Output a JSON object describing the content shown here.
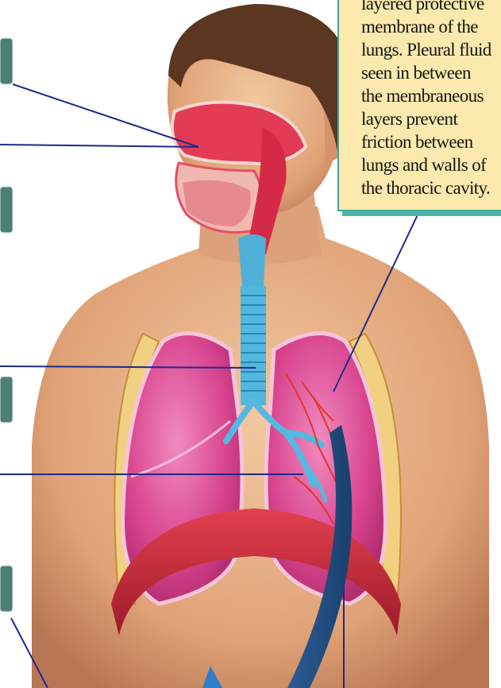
{
  "callout": {
    "lines": [
      "layered protective",
      "membrane of the",
      "lungs. Pleural fluid",
      "seen in between",
      "the membraneous",
      "layers prevent",
      "friction between",
      "lungs and walls of",
      "the thoracic cavity."
    ]
  },
  "colors": {
    "label_line": "#1e2a8a",
    "callout_fill": "#fbe9ad",
    "callout_border": "#3fa89a",
    "tab_fill": "#4f7e75",
    "lung": "#d8458e",
    "trachea": "#52b7dd",
    "diaphragm": "#c92a3a",
    "skin": "#e7b187",
    "hair": "#5b3621"
  },
  "icons": [
    "label-tab-icon"
  ]
}
